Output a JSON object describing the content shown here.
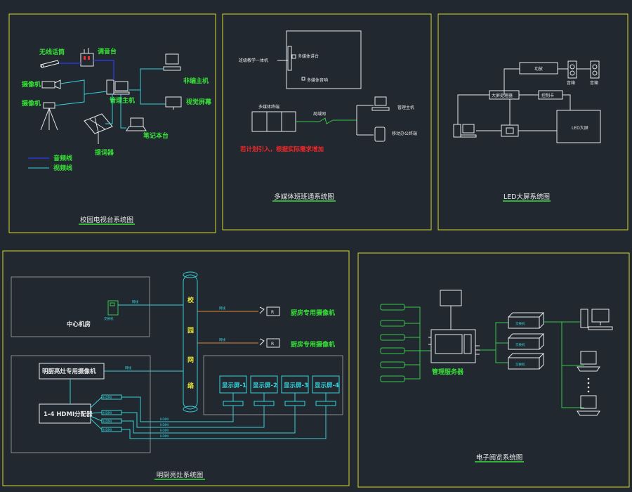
{
  "panels": {
    "campus_tv": {
      "title": "校园电视台系统图",
      "labels": {
        "wireless_mic": "无线话筒",
        "mixer": "调音台",
        "camera1": "摄像机",
        "camera2": "摄像机",
        "edit_host": "非编主机",
        "mgmt_host": "管理主机",
        "monitor": "视觉屏幕",
        "teleprompter": "提词器",
        "laptop": "笔记本台",
        "audio_line": "音频线",
        "video_line": "视频线"
      }
    },
    "multimedia": {
      "title": "多媒体班班通系统图",
      "labels": {
        "left_text": "班级教学一体机",
        "unit_a": "多媒体讲台",
        "unit_b": "多媒体音响",
        "cabinet": "多媒体终端",
        "network": "局域网",
        "pc": "管理主机",
        "mobile": "移动办公终端",
        "note": "若计划引入，根据实际需求增加"
      }
    },
    "led": {
      "title": "LED大屏系统图",
      "labels": {
        "power": "功放",
        "processor": "大屏处理器",
        "control_card": "控制卡",
        "speaker1": "音箱",
        "speaker2": "音箱",
        "screen": "LED大屏"
      }
    },
    "kitchen": {
      "title": "明厨亮灶系统图",
      "labels": {
        "center_room": "中心机房",
        "switch": "交换机",
        "cam_a": "厨房专用摄像机",
        "cam_b": "厨房专用摄像机",
        "kitchen_cam": "明厨亮灶专用摄像机",
        "splitter": "1-4 HDMI分配器",
        "screens": [
          "显示屏-1",
          "显示屏-2",
          "显示屏-3",
          "显示屏-4"
        ],
        "backbone": [
          "校",
          "园",
          "网",
          "络"
        ],
        "net_tag": "网线",
        "hdmi_tag": "HDMI",
        "r_mark": "R"
      }
    },
    "reading": {
      "title": "电子阅览系统图",
      "labels": {
        "server": "管理服务器",
        "switch": "交换机"
      }
    }
  }
}
